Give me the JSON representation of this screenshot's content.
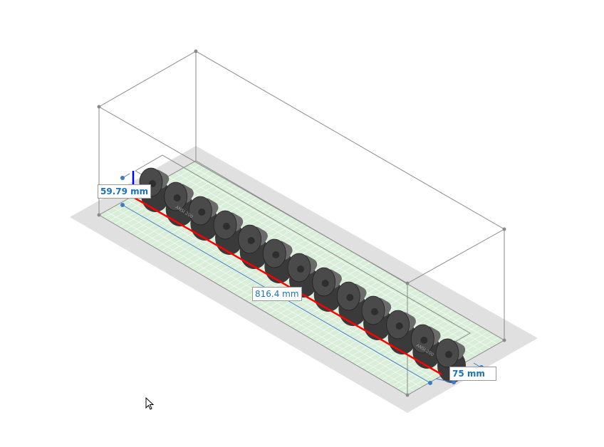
{
  "viewport": {
    "dimensions": {
      "height": "59.79 mm",
      "length": "816.4 mm",
      "width": "75 mm"
    },
    "model_engraving": "ANSI 200",
    "colors": {
      "plate_shadow": "#e0e0e0",
      "build_plate": "#d9eed9",
      "grid_line": "#ffffff",
      "bounding_box": "#8a8a8a",
      "length_axis": "#ff0000",
      "height_axis": "#0000ff",
      "dimension_line": "#3a7cc8",
      "label_text": "#1a73b8",
      "model": "#4a4a4a"
    },
    "cursor": "arrow-pointer"
  }
}
